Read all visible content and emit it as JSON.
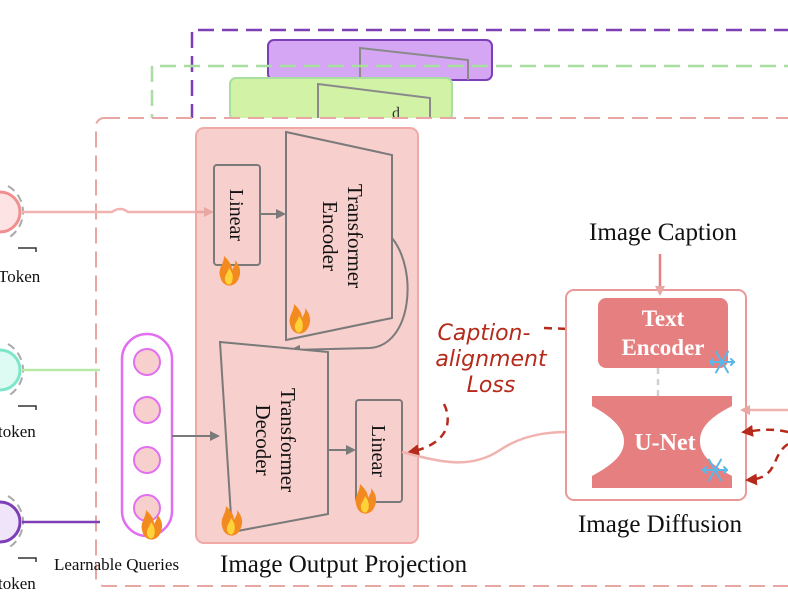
{
  "token_labels": [
    "Token",
    "token",
    "token"
  ],
  "learnable_queries": "Learnable Queries",
  "projection_title": "Image Output Projection",
  "linear_top": "Linear",
  "transformer_encoder": [
    "Transformer",
    "Encoder"
  ],
  "transformer_decoder": [
    "Transformer",
    "Decoder"
  ],
  "linear_bottom": "Linear",
  "image_caption": "Image Caption",
  "text_encoder": [
    "Text",
    "Encoder"
  ],
  "unet": "U-Net",
  "image_diffusion": "Image Diffusion",
  "caption_loss": [
    "Caption-",
    "alignment",
    "Loss"
  ],
  "colors": {
    "pink_stroke": "#e9a7a4",
    "pink_fill": "#f7cfcd",
    "block_fill": "#e67f80",
    "green_stroke": "#a8dea0",
    "green_fill": "#d2f2a6",
    "purple_stroke": "#7d3fb5",
    "purple_fill": "#d4a6f3",
    "loss_red": "#b52a1b",
    "magenta": "#e26ef1"
  },
  "icons": [
    "fire-icon",
    "snowflake-icon"
  ]
}
